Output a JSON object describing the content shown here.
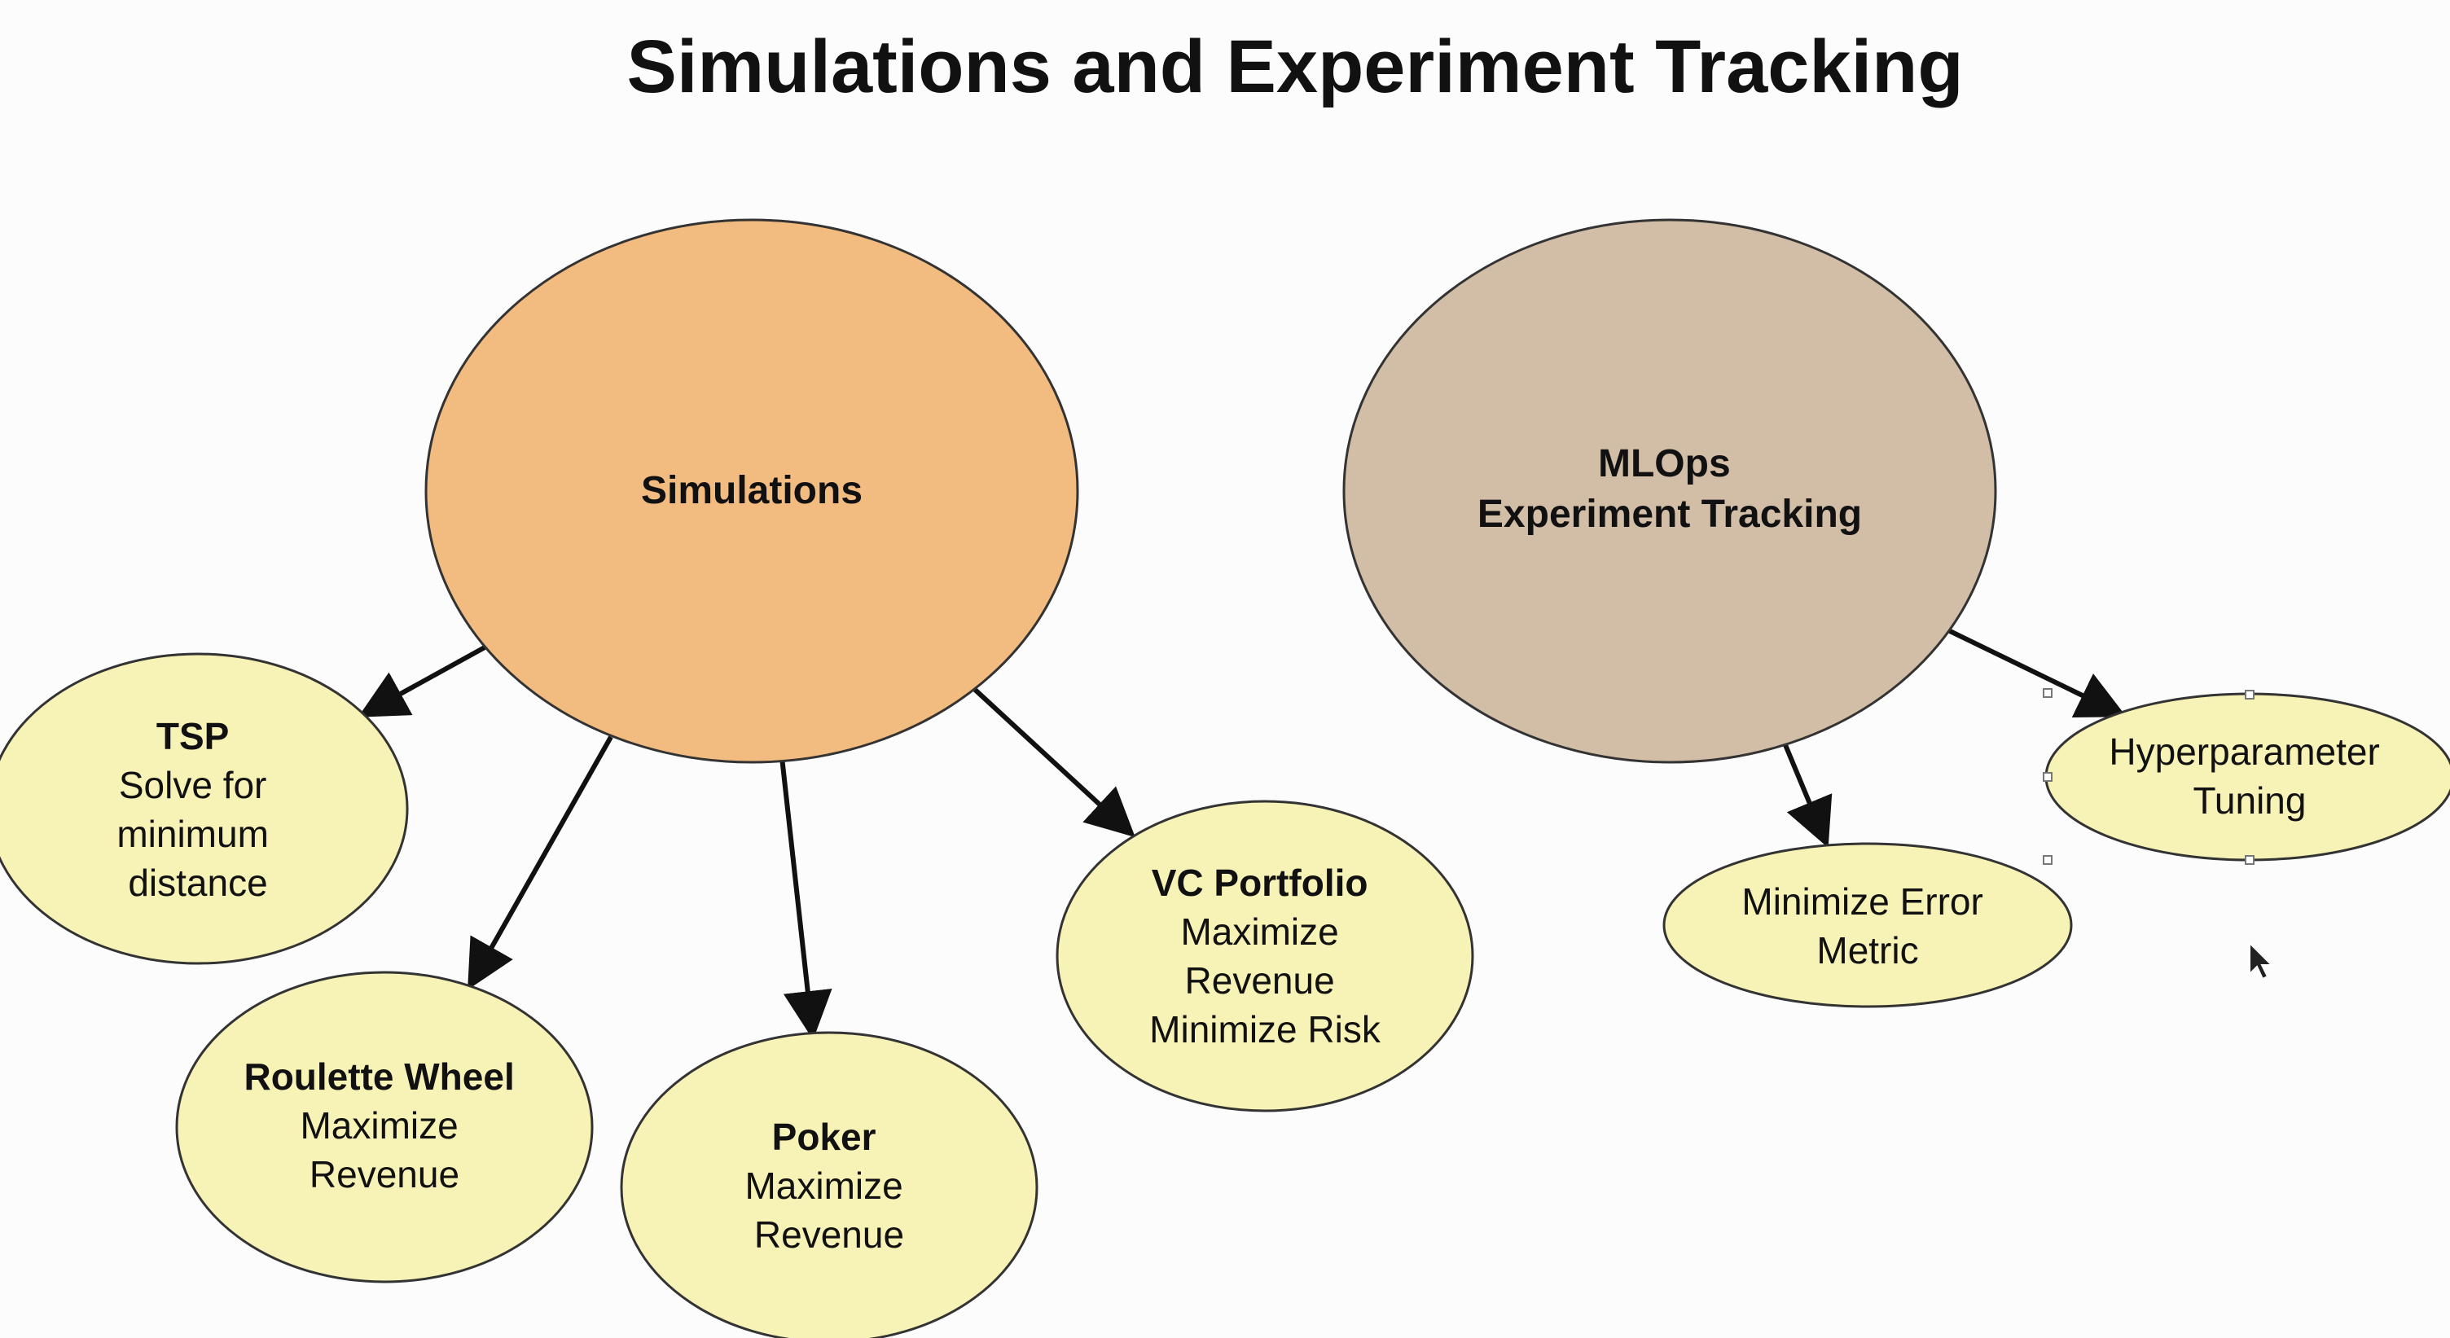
{
  "title": "Simulations and Experiment Tracking",
  "colors": {
    "simulations_fill": "#f2bb80",
    "mlops_fill": "#d2bea7",
    "leaf_fill": "#f7f2b6",
    "stroke": "#333333",
    "arrow": "#111111"
  },
  "hubs": {
    "simulations": {
      "lines": [
        "Simulations"
      ]
    },
    "mlops": {
      "lines": [
        "MLOps",
        "Experiment Tracking"
      ]
    }
  },
  "leaves": {
    "tsp": {
      "title": "TSP",
      "lines": [
        "Solve for",
        "minimum",
        "distance"
      ]
    },
    "roulette": {
      "title": "Roulette Wheel",
      "lines": [
        "Maximize",
        "Revenue"
      ]
    },
    "poker": {
      "title": "Poker",
      "lines": [
        "Maximize",
        "Revenue"
      ]
    },
    "vc": {
      "title": "VC Portfolio",
      "lines": [
        "Maximize",
        "Revenue",
        "Minimize Risk"
      ]
    },
    "error": {
      "lines": [
        "Minimize Error",
        "Metric"
      ]
    },
    "hyper": {
      "lines": [
        "Hyperparameter",
        "Tuning"
      ]
    }
  },
  "icons": {
    "cursor": "mouse-pointer-icon"
  }
}
